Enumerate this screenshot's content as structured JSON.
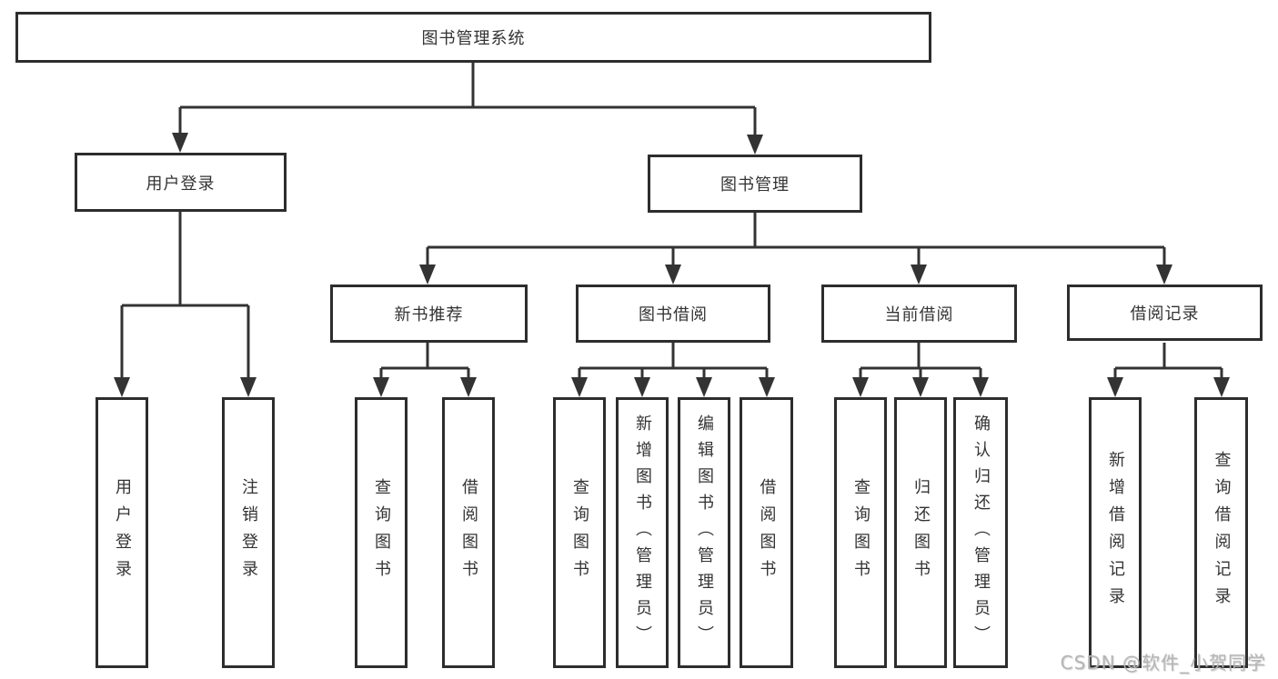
{
  "tree": {
    "label": "图书管理系统",
    "children": [
      {
        "label": "用户登录",
        "children": [
          {
            "label": "用户登录"
          },
          {
            "label": "注销登录"
          }
        ]
      },
      {
        "label": "图书管理",
        "children": [
          {
            "label": "新书推荐",
            "children": [
              {
                "label": "查询图书"
              },
              {
                "label": "借阅图书"
              }
            ]
          },
          {
            "label": "图书借阅",
            "children": [
              {
                "label": "查询图书"
              },
              {
                "label": "新增图书（管理员）"
              },
              {
                "label": "编辑图书（管理员）"
              },
              {
                "label": "借阅图书"
              }
            ]
          },
          {
            "label": "当前借阅",
            "children": [
              {
                "label": "查询图书"
              },
              {
                "label": "归还图书"
              },
              {
                "label": "确认归还（管理员）"
              }
            ]
          },
          {
            "label": "借阅记录",
            "children": [
              {
                "label": "新增借阅记录"
              },
              {
                "label": "查询借阅记录"
              }
            ]
          }
        ]
      }
    ]
  },
  "watermark": "CSDN @软件_小贺同学",
  "colors": {
    "line": "#333333",
    "box_border": "#2d2d2d",
    "box_fill": "#ffffff",
    "text": "#333333",
    "watermark": "#b5b5b5",
    "background": "#ffffff"
  }
}
